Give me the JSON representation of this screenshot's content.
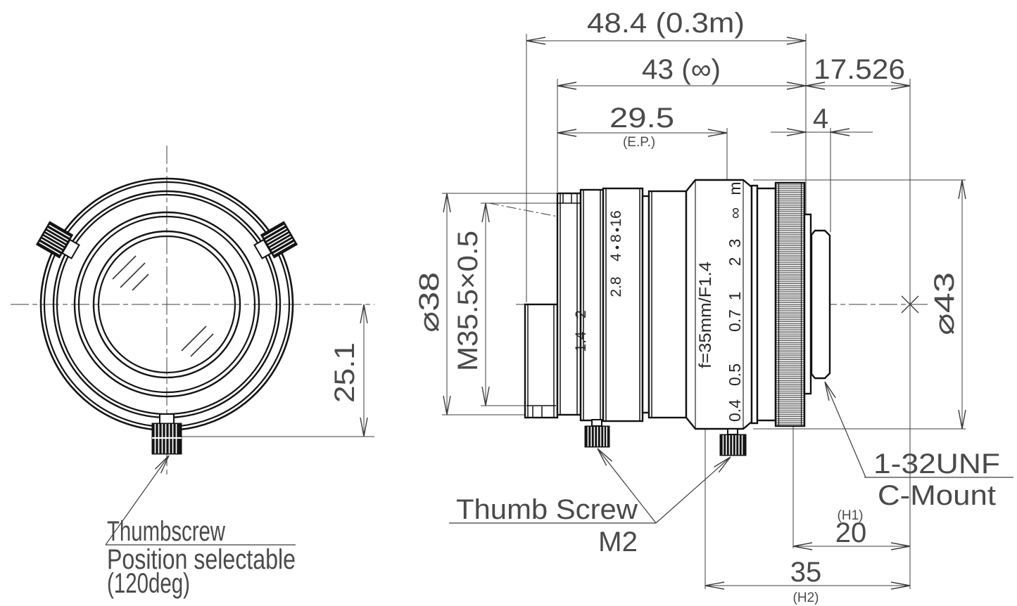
{
  "front_view": {
    "callout": {
      "line1": "Thumbscrew",
      "line2": "Position selectable",
      "line3": "(120deg)"
    },
    "dims": {
      "screw_offset": "25.1"
    }
  },
  "side_view": {
    "dims_top": {
      "overall_near": "48.4 (0.3m)",
      "overall_inf": "43 (∞)",
      "flange_back": "17.526",
      "entrance_pupil": "29.5",
      "entrance_pupil_note": "(E.P.)",
      "mount_protrusion": "4"
    },
    "dims_left": {
      "front_diameter": "⌀38",
      "filter_thread": "M35.5×0.5"
    },
    "dims_right": {
      "body_diameter": "⌀43"
    },
    "dims_bottom": {
      "h1_note": "(H1)",
      "h1": "20",
      "h2": "35",
      "h2_note": "(H2)"
    },
    "callouts": {
      "mount_thread": "1-32UNF",
      "mount_type": "C-Mount",
      "thumb_screw": "Thumb Screw",
      "thumb_screw_size": "M2"
    },
    "barrel_markings": {
      "model": "f=35mm/F1.4",
      "focus_scale": [
        "m",
        "∞",
        "3",
        "2",
        "1",
        "0.7",
        "0.5",
        "0.4"
      ],
      "aperture_scale_front": [
        "16",
        "8",
        "4",
        "2.8"
      ],
      "aperture_scale_rear": [
        "2",
        "1.4"
      ]
    }
  }
}
